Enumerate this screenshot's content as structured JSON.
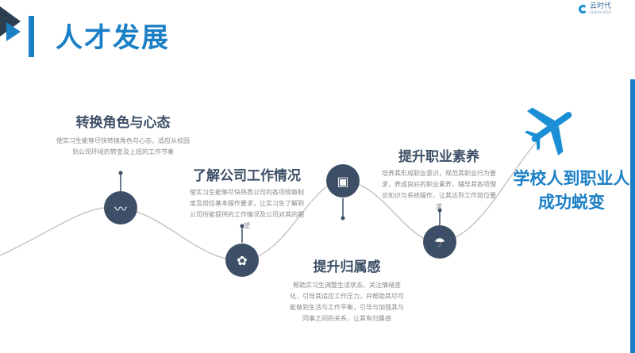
{
  "header": {
    "title": "人才发展",
    "logo_text": "云时代",
    "logo_sub": "CLOUD GOLD"
  },
  "steps": [
    {
      "title": "转换角色与心态",
      "desc": "使实习生能够尽快转换角色与心态，适应从校园到公司环境的转变及上班的工作节奏",
      "icon": "trend-icon"
    },
    {
      "title": "了解公司工作情况",
      "desc": "使实习生能够尽快熟悉公司的各项规章制度及岗位基本操作要求，让实习生了解到公司所能提供的工作情况及公司对其的期望",
      "icon": "palette-icon"
    },
    {
      "title": "提升归属感",
      "desc": "帮助实习生调整生活状态，关注情绪变化，引导其适应工作压力，并帮助其尽可能做到生活与工作平衡，引导与加强其与同事之间的关系，让其有归属感",
      "icon": "photos-icon"
    },
    {
      "title": "提升职业素养",
      "desc": "培养其形成职业意识，规范其职业行为要求，养成良好的职业素养，辅导其各项理论知识与系统操作，让其达到工作岗位要求",
      "icon": "umbrella-icon"
    }
  ],
  "goal": {
    "line1": "学校人到职业人",
    "line2": "成功蜕变"
  }
}
